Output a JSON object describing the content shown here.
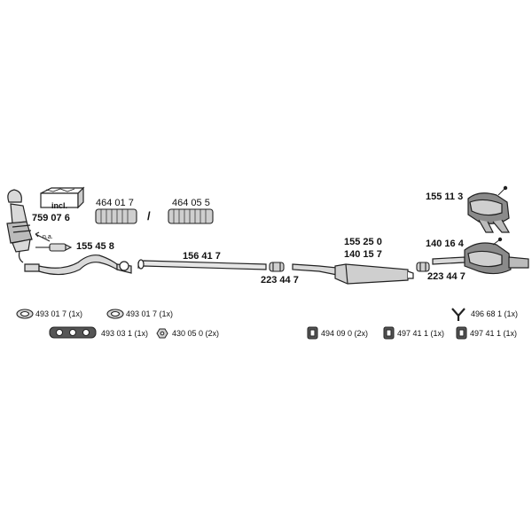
{
  "colors": {
    "line": "#222222",
    "fill": "#d9d9d9",
    "dark": "#555555",
    "bg": "#ffffff"
  },
  "kit": {
    "incl": "incl.",
    "number": "759 07 6"
  },
  "parts": {
    "flex_a": "464 01 7",
    "separator": "/",
    "flex_b": "464 05 5",
    "na": "n.a.",
    "sensor": "155 45 8",
    "middle_pipe": "156 41 7",
    "clamp_left": "223 44 7",
    "muffler_a": "155 25 0",
    "muffler_b": "140 15 7",
    "rear_top": "155 11 3",
    "rear_bottom": "140 16 4",
    "clamp_right": "223 44 7"
  },
  "hardware": [
    {
      "id": "ring-1",
      "text": "493 01 7 (1x)",
      "icon": "gasket-ring-icon"
    },
    {
      "id": "ring-2",
      "text": "493 01 7 (1x)",
      "icon": "gasket-ring-icon"
    },
    {
      "id": "flange",
      "text": "493 03 1 (1x)",
      "icon": "flange-gasket-icon"
    },
    {
      "id": "nut",
      "text": "430 05 0 (2x)",
      "icon": "nut-icon"
    },
    {
      "id": "hanger-y",
      "text": "496 68 1 (1x)",
      "icon": "y-hanger-icon"
    },
    {
      "id": "rubber-1",
      "text": "494 09 0 (2x)",
      "icon": "rubber-mount-icon"
    },
    {
      "id": "rubber-2",
      "text": "497 41 1 (1x)",
      "icon": "rubber-mount-icon"
    },
    {
      "id": "rubber-3",
      "text": "497 41 1 (1x)",
      "icon": "rubber-mount-icon"
    }
  ]
}
